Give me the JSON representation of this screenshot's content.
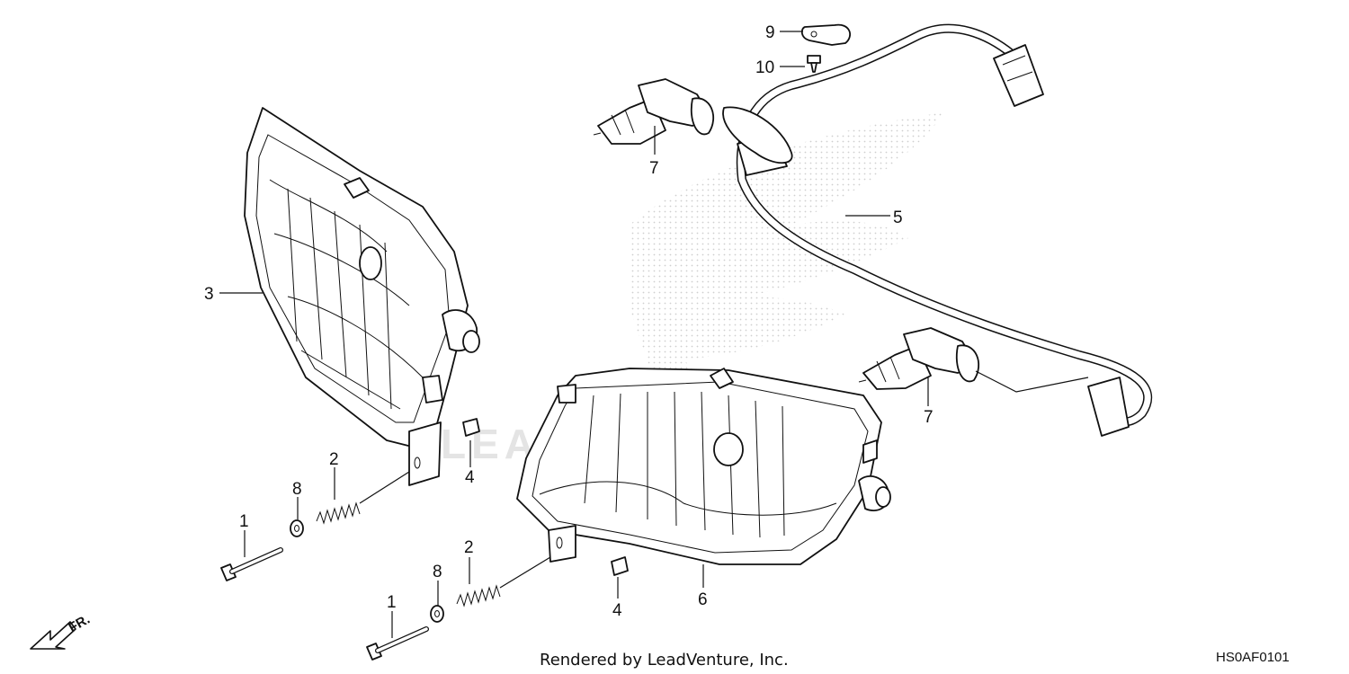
{
  "diagram": {
    "watermark_text": "LEADVENTURE",
    "front_indicator": "FR.",
    "footer": "Rendered by LeadVenture, Inc.",
    "diagram_code": "HS0AF0101",
    "callouts": {
      "c9": "9",
      "c10": "10",
      "c7a": "7",
      "c7b": "7",
      "c5": "5",
      "c3": "3",
      "c2a": "2",
      "c2b": "2",
      "c8a": "8",
      "c8b": "8",
      "c1a": "1",
      "c1b": "1",
      "c4a": "4",
      "c4b": "4",
      "c6": "6"
    }
  }
}
